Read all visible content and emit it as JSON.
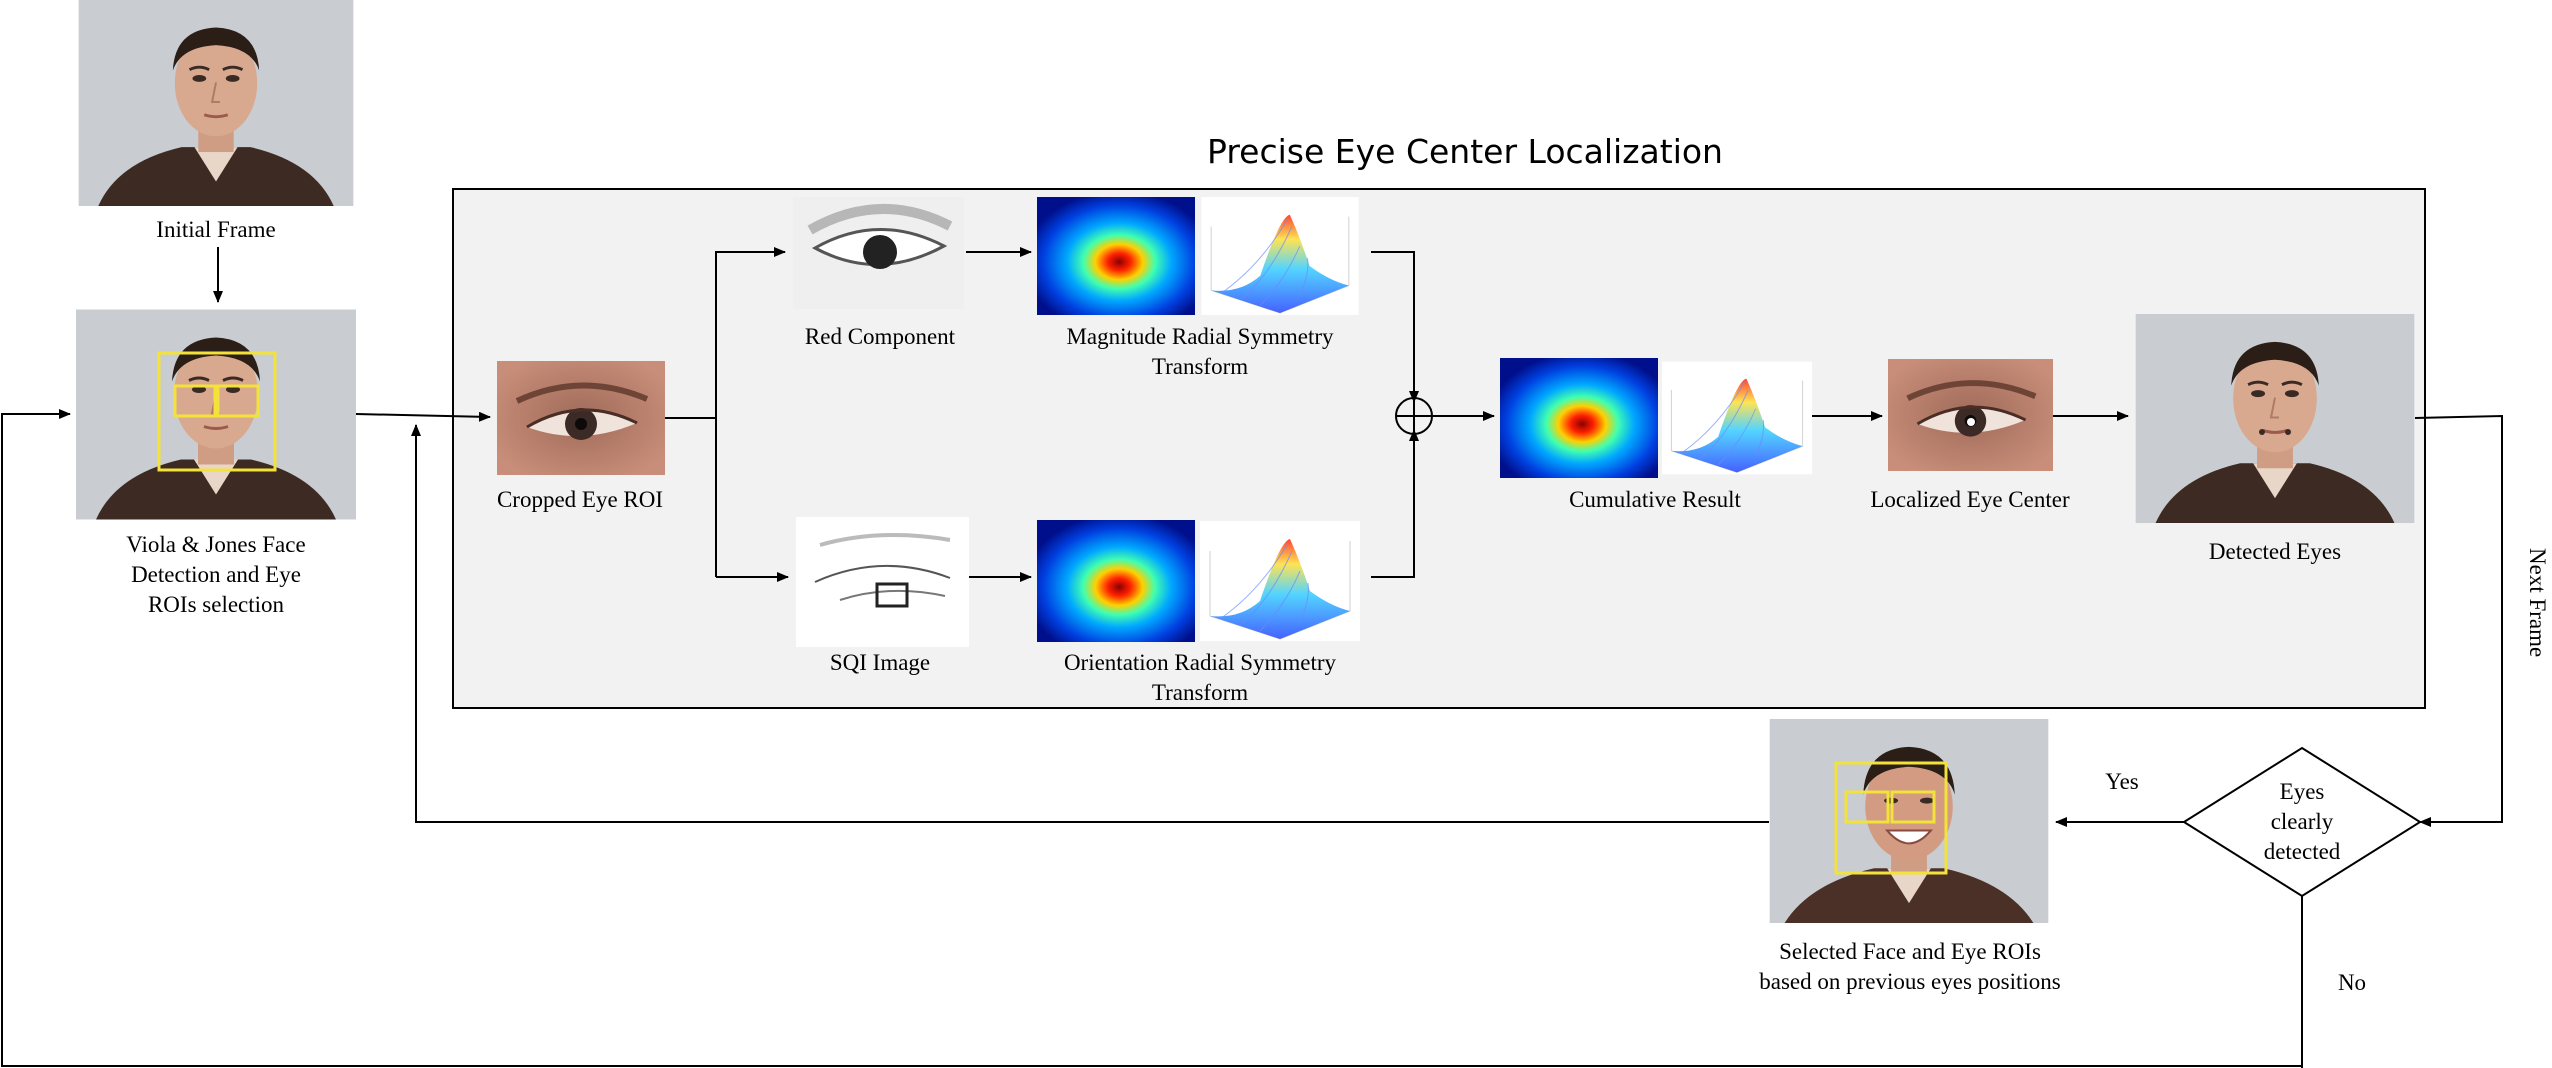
{
  "title": "Precise Eye Center Localization",
  "labels": {
    "initial_frame": "Initial Frame",
    "viola_jones": "Viola & Jones Face\nDetection and Eye\nROIs selection",
    "cropped_roi": "Cropped Eye ROI",
    "red_component": "Red Component",
    "magnitude_rst": "Magnitude Radial Symmetry\nTransform",
    "sqi_image": "SQI Image",
    "orientation_rst": "Orientation Radial Symmetry\nTransform",
    "cumulative": "Cumulative Result",
    "localized_center": "Localized Eye Center",
    "detected_eyes": "Detected Eyes",
    "next_frame": "Next Frame",
    "decision": "Eyes\nclearly\ndetected",
    "yes": "Yes",
    "no": "No",
    "selected_face": "Selected Face and Eye ROIs\nbased on previous eyes positions"
  },
  "colors": {
    "stroke": "#000000",
    "process_box_fill": "#f2f2f2",
    "roi_box": "#f2e23a",
    "photo_bg": "#c9cdd1",
    "shirt": "#3d2a22",
    "skin": "#d8a88f",
    "hair": "#2a1e17"
  }
}
